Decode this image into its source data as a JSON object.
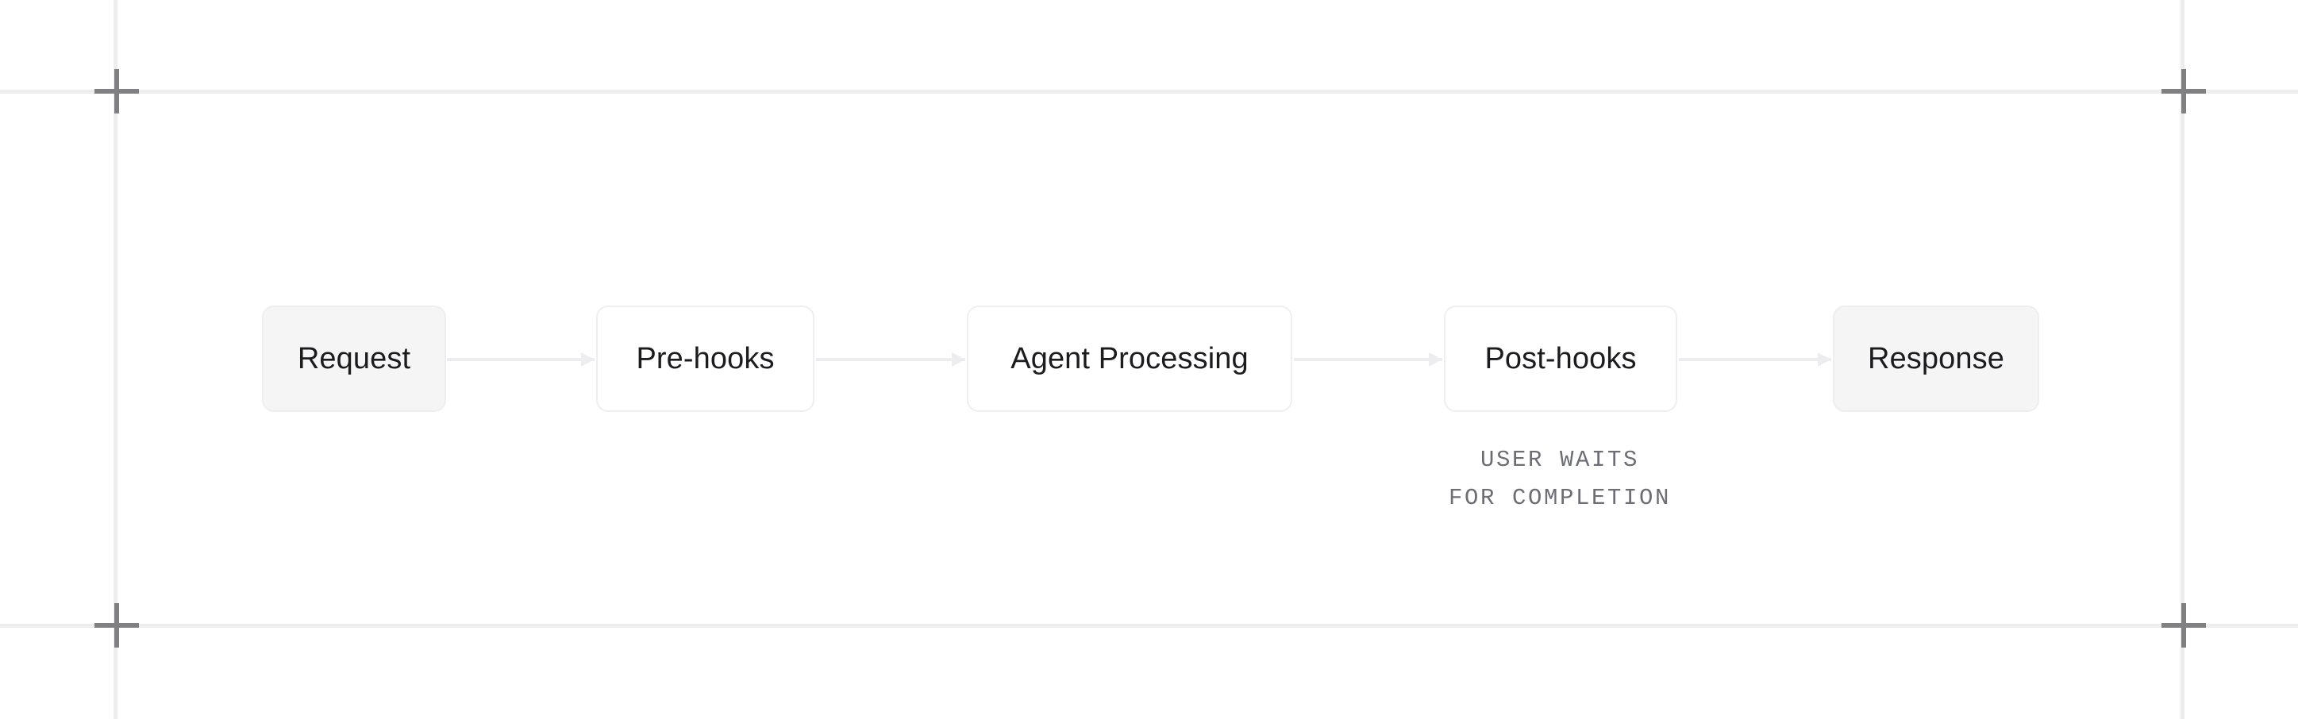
{
  "diagram": {
    "title_visible": false,
    "background_color": "#ffffff",
    "nodes": [
      {
        "id": "request",
        "label": "Request",
        "style": "filled",
        "fill": "#f5f5f6",
        "border": "#eeeef0"
      },
      {
        "id": "pre-hooks",
        "label": "Pre-hooks",
        "style": "outline",
        "fill": "#ffffff",
        "border": "#efeff1"
      },
      {
        "id": "agent",
        "label": "Agent Processing",
        "style": "outline",
        "fill": "#ffffff",
        "border": "#efeff1"
      },
      {
        "id": "post-hooks",
        "label": "Post-hooks",
        "style": "outline",
        "fill": "#ffffff",
        "border": "#efeff1"
      },
      {
        "id": "response",
        "label": "Response",
        "style": "filled",
        "fill": "#f5f5f6",
        "border": "#eeeef0"
      }
    ],
    "connectors": [
      {
        "from": "request",
        "to": "pre-hooks",
        "arrow": "right",
        "color": "#ededef"
      },
      {
        "from": "pre-hooks",
        "to": "agent",
        "arrow": "right",
        "color": "#ededef"
      },
      {
        "from": "agent",
        "to": "post-hooks",
        "arrow": "right",
        "color": "#ededef"
      },
      {
        "from": "post-hooks",
        "to": "response",
        "arrow": "right",
        "color": "#ededef"
      }
    ],
    "annotations": [
      {
        "id": "user-waits-note",
        "attached_to": "post-hooks",
        "line1": "USER WAITS",
        "line2": "FOR COMPLETION",
        "text": "USER WAITS\nFOR COMPLETION",
        "color": "#6d6d76"
      }
    ],
    "guides": {
      "color": "#ededee",
      "vertical": [
        "left",
        "right"
      ],
      "horizontal": [
        "top",
        "bottom"
      ]
    },
    "markers": [
      {
        "id": "top-left",
        "icon": "crosshair-icon",
        "color": "#808083"
      },
      {
        "id": "top-right",
        "icon": "crosshair-icon",
        "color": "#808083"
      },
      {
        "id": "bottom-left",
        "icon": "crosshair-icon",
        "color": "#808083"
      },
      {
        "id": "bottom-right",
        "icon": "crosshair-icon",
        "color": "#808083"
      }
    ]
  }
}
